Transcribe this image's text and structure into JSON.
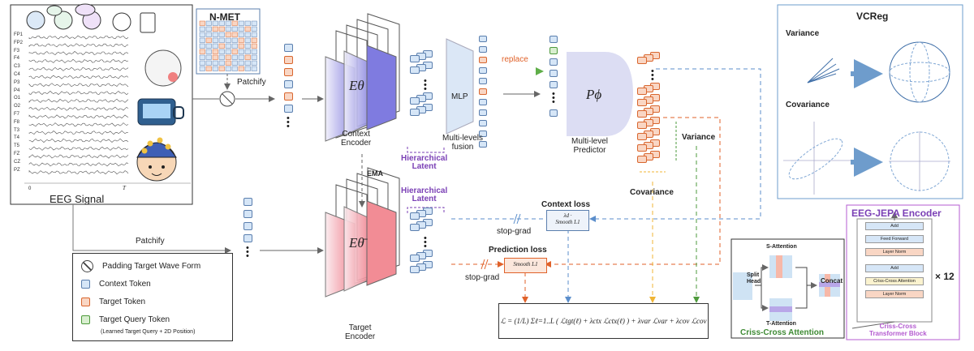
{
  "eeg": {
    "title": "EEG Signal",
    "channels": [
      "FP1",
      "FP2",
      "F3",
      "F4",
      "C3",
      "C4",
      "P3",
      "P4",
      "O1",
      "O2",
      "F7",
      "F8",
      "T3",
      "T4",
      "T5",
      "FZ",
      "CZ",
      "PZ"
    ],
    "t0": "0",
    "tT": "T"
  },
  "nmet": {
    "title": "N-MET"
  },
  "patchify_top": "Patchify",
  "patchify_bottom": "Patchify",
  "context_encoder": {
    "symbol": "Eθ",
    "label_line1": "Context",
    "label_line2": "Encoder"
  },
  "target_encoder": {
    "symbol": "Eθ̄",
    "label_line1": "Target",
    "label_line2": "Encoder"
  },
  "ema": "EMA",
  "hier_latent_top": {
    "line1": "Hierarchical",
    "line2": "Latent"
  },
  "hier_latent_bottom": {
    "line1": "Hierarchical",
    "line2": "Latent"
  },
  "mlp": {
    "label": "MLP",
    "caption_line1": "Multi-levels",
    "caption_line2": "fusion"
  },
  "replace": "replace",
  "predictor": {
    "symbol": "Pϕ",
    "caption_line1": "Multi-level",
    "caption_line2": "Predictor"
  },
  "variance_label": "Variance",
  "covariance_label": "Covariance",
  "context_loss": {
    "title": "Context loss",
    "box_line1": "λd ·",
    "box_line2": "Smooth L1"
  },
  "prediction_loss": {
    "title": "Prediction loss",
    "box": "Smooth L1"
  },
  "stop_grad_top": "stop-grad",
  "stop_grad_bottom": "stop-grad",
  "formula": "ℒ = (1/L) Σℓ=1..L ( ℒtgt(ℓ) + λctx ℒctx(ℓ) ) + λvar ℒvar + λcov ℒcov",
  "legend": {
    "items": [
      {
        "label": "Padding Target Wave Form",
        "kind": "circle"
      },
      {
        "label": "Context Token",
        "kind": "context"
      },
      {
        "label": "Target Token",
        "kind": "target"
      },
      {
        "label": "Target Query Token",
        "kind": "query"
      }
    ],
    "note": "(Learned Target Query + 2D Position)"
  },
  "vcreg": {
    "title": "VCReg",
    "variance": "Variance",
    "covariance": "Covariance"
  },
  "criss_cross": {
    "s_attention": "S-Attention",
    "t_attention": "T-Attention",
    "split_head_line1": "Split",
    "split_head_line2": "Head",
    "concat": "Concat",
    "caption": "Criss-Cross Attention"
  },
  "encoder_block": {
    "title": "EEG-JEPA Encoder",
    "layers": [
      "Add",
      "Feed Forward",
      "Layer Norm",
      "Add",
      "Criss-Cross Attention",
      "Layer Norm"
    ],
    "repeat": "× 12",
    "caption_line1": "Criss-Cross",
    "caption_line2": "Transformer Block"
  },
  "colors": {
    "context_fill": "#d6e6f7",
    "context_stroke": "#5b7fae",
    "target_fill": "#f9d6c4",
    "target_stroke": "#d9662e",
    "query_fill": "#d9efd0",
    "query_stroke": "#4e9a3c",
    "purple": "#7a3fb5",
    "blue_dash": "#5b8ecb",
    "orange_dash": "#e0622a",
    "yellow_dash": "#f0b535",
    "green_dash": "#4e9a3c"
  }
}
